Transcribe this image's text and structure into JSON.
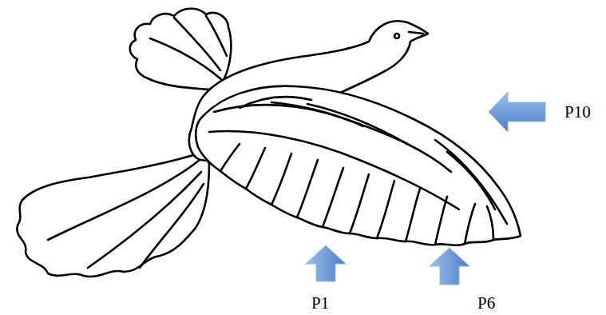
{
  "diagram": {
    "labels": [
      "P10",
      "P1",
      "P6"
    ]
  }
}
